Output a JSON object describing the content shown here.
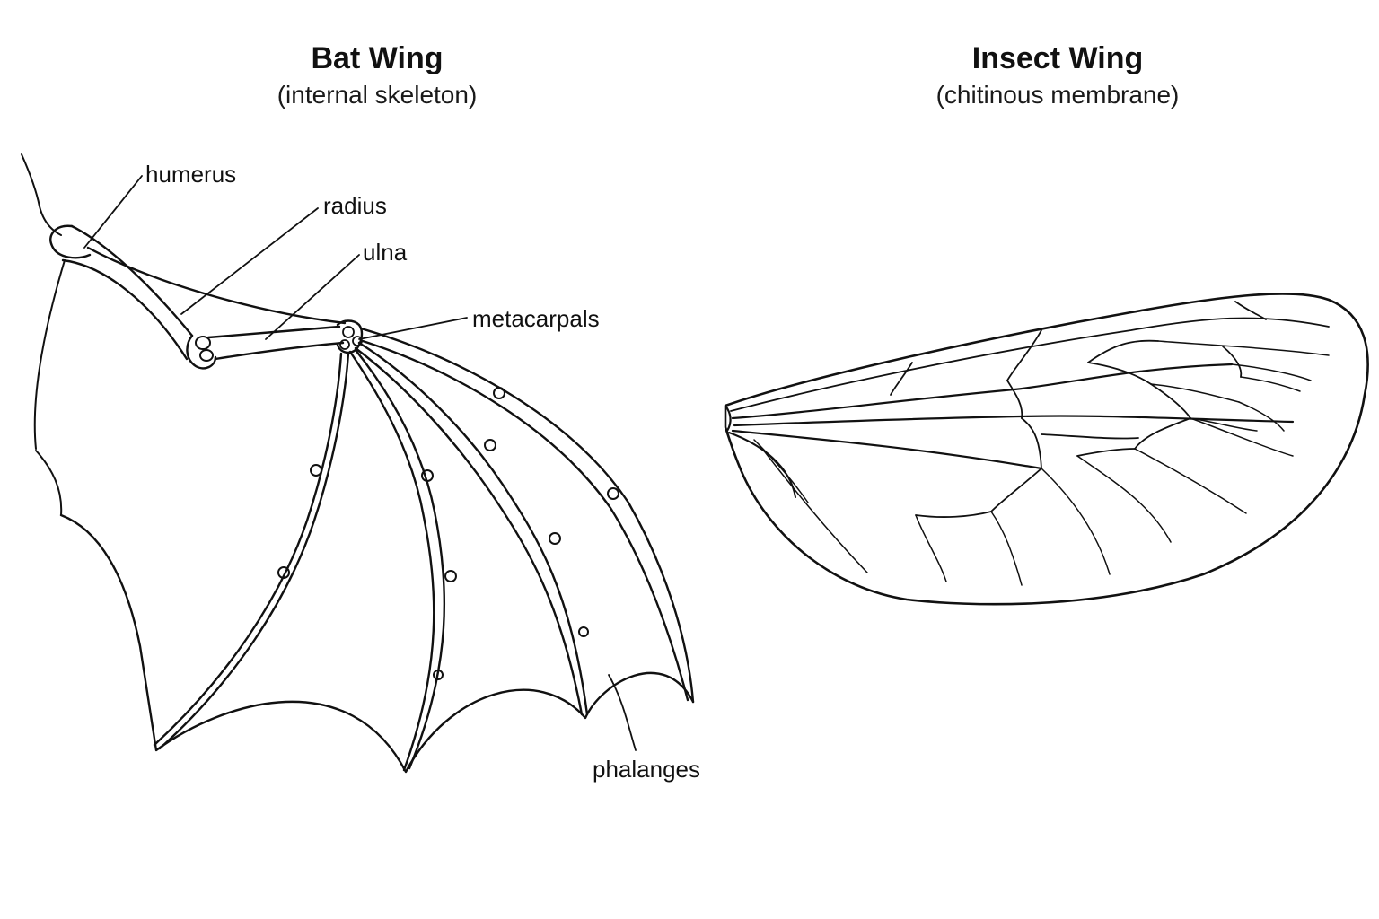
{
  "bat_wing": {
    "title": "Bat Wing",
    "subtitle": "(internal skeleton)",
    "labels": {
      "humerus": "humerus",
      "radius": "radius",
      "ulna": "ulna",
      "metacarpals": "metacarpals",
      "phalanges": "phalanges"
    }
  },
  "insect_wing": {
    "title": "Insect Wing",
    "subtitle": "(chitinous membrane)"
  },
  "colors": {
    "line": "#111111",
    "background": "#ffffff"
  }
}
